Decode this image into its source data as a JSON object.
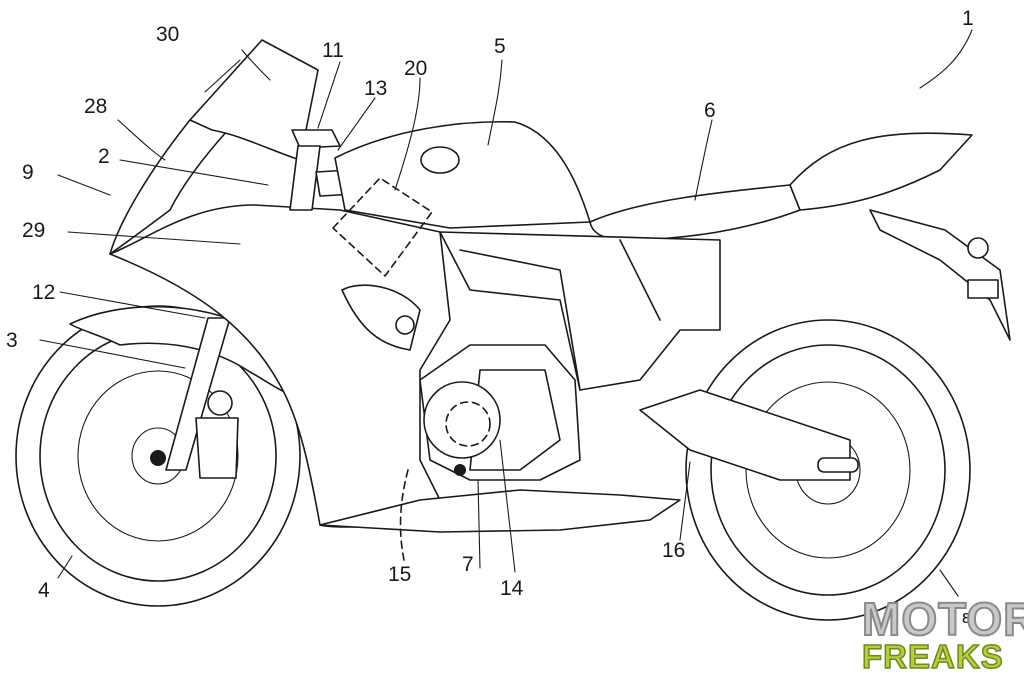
{
  "figure": {
    "reference_numerals": [
      "1",
      "2",
      "3",
      "4",
      "5",
      "6",
      "7",
      "9",
      "11",
      "12",
      "13",
      "14",
      "15",
      "16",
      "20",
      "28",
      "29",
      "30"
    ],
    "extra_marker": "ε"
  },
  "watermark": {
    "line1": "MOTOR",
    "line2": "FREAKS",
    "line1_color": "#c9c9c9",
    "line2_color": "#b5cf3c"
  }
}
